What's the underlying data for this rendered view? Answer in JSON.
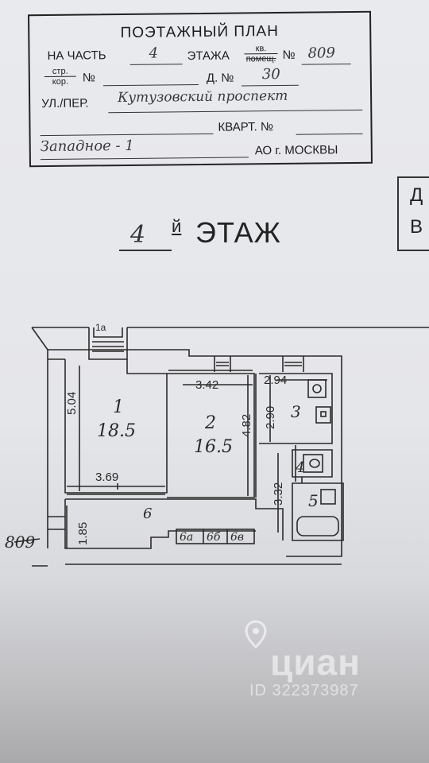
{
  "header_form": {
    "title": "ПОЭТАЖНЫЙ ПЛАН",
    "part_label": "НА ЧАСТЬ",
    "part_value": "4",
    "floor_label": "ЭТАЖА",
    "unit_fraction_top": "кв.",
    "unit_fraction_bottom": "помещ.",
    "unit_no_label": "№",
    "unit_no_value": "809",
    "building_fraction_top": "стр.",
    "building_fraction_bottom": "кор.",
    "building_no_label": "№",
    "house_label": "Д. №",
    "house_value": "30",
    "street_label": "УЛ./ПЕР.",
    "street_value": "Кутузовский проспект",
    "quarter_label": "КВАРТ. №",
    "district_value": "Западное - 1",
    "city_label": "АО г. МОСКВЫ"
  },
  "side_box": {
    "line1": "Д",
    "line2": "В"
  },
  "floor_heading": {
    "number": "4",
    "suffix": "й",
    "word": "ЭТАЖ"
  },
  "plan": {
    "rooms": [
      {
        "id": "1",
        "area": "18.5"
      },
      {
        "id": "2",
        "area": "16.5"
      },
      {
        "id": "3",
        "area": ""
      },
      {
        "id": "4",
        "area": ""
      },
      {
        "id": "5",
        "area": ""
      },
      {
        "id": "6",
        "area": ""
      },
      {
        "id": "1а",
        "area": ""
      },
      {
        "id": "6а",
        "area": ""
      },
      {
        "id": "6б",
        "area": ""
      },
      {
        "id": "6в",
        "area": ""
      }
    ],
    "dimensions": {
      "room1_height": "5.04",
      "room1_width": "3.69",
      "room2_width": "3.42",
      "room2_height": "4.82",
      "room3_width": "2.94",
      "room3_height": "2.90",
      "room45_height": "3.32",
      "corridor_height": "1.85"
    },
    "apartment_label": "809"
  },
  "watermark": {
    "brand": "циан",
    "id": "ID 322373987"
  }
}
